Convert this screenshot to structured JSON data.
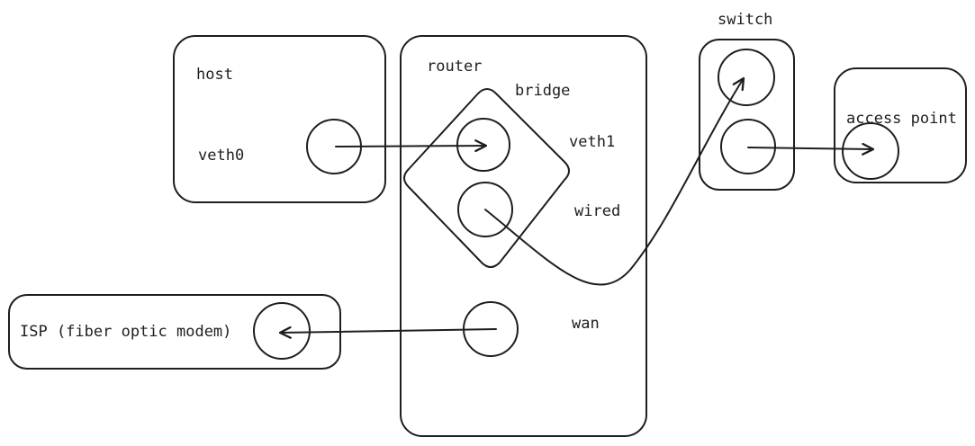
{
  "labels": {
    "host": "host",
    "veth0": "veth0",
    "router": "router",
    "bridge": "bridge",
    "veth1": "veth1",
    "wired": "wired",
    "wan": "wan",
    "switch": "switch",
    "access_point": "access point",
    "isp": "ISP (fiber optic modem)"
  },
  "colors": {
    "stroke": "#1e1e1e",
    "background": "#ffffff"
  }
}
